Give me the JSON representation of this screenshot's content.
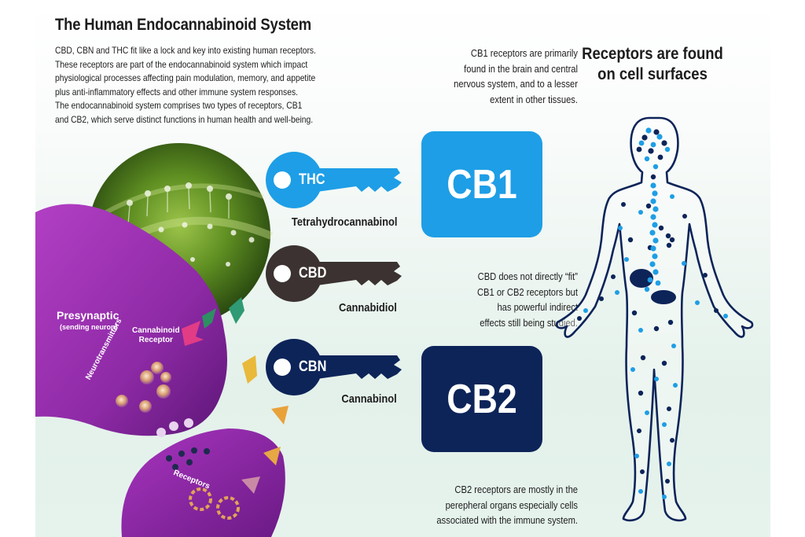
{
  "title": "The Human Endocannabinoid System",
  "intro": [
    "CBD, CBN and THC fit like a lock and key into existing human receptors.",
    "These receptors are part of the endocannabinoid system which impact",
    "physiological processes affecting pain modulation, memory, and appetite",
    "plus anti-inflammatory effects and other immune system responses.",
    "The endocannabinoid system comprises two types of receptors, CB1",
    "and CB2, which serve distinct functions in human health and well-being."
  ],
  "cb1_description": [
    "CB1 receptors are primarily",
    "found in the brain and central",
    "nervous system, and to a lesser",
    "extent in other tissues."
  ],
  "receptors_title": [
    "Receptors are found",
    "on cell surfaces"
  ],
  "keys": [
    {
      "code": "THC",
      "name": "Tetrahydrocannabinol",
      "color": "#1e9ee6"
    },
    {
      "code": "CBD",
      "name": "Cannabidiol",
      "color": "#3b3231"
    },
    {
      "code": "CBN",
      "name": "Cannabinol",
      "color": "#0d2459"
    }
  ],
  "receptors": {
    "cb1": "CB1",
    "cb2": "CB2",
    "cb1_color": "#1e9ee6",
    "cb2_color": "#0d2459"
  },
  "cbd_description": [
    "CBD does not directly “fit”",
    "CB1 or CB2 receptors but",
    "has powerful indirect",
    "effects still being studied."
  ],
  "cb2_description": [
    "CB2 receptors are mostly in the",
    "perepheral organs especially cells",
    "associated with the immune system."
  ],
  "synapse_labels": {
    "presynaptic": "Presynaptic",
    "sending_neuron": "(sending neuron)",
    "cannabinoid_receptor": [
      "Cannabinoid",
      "Receptor"
    ],
    "neurotransmitters": "Neurotransmitters",
    "receptors": "Receptors"
  }
}
